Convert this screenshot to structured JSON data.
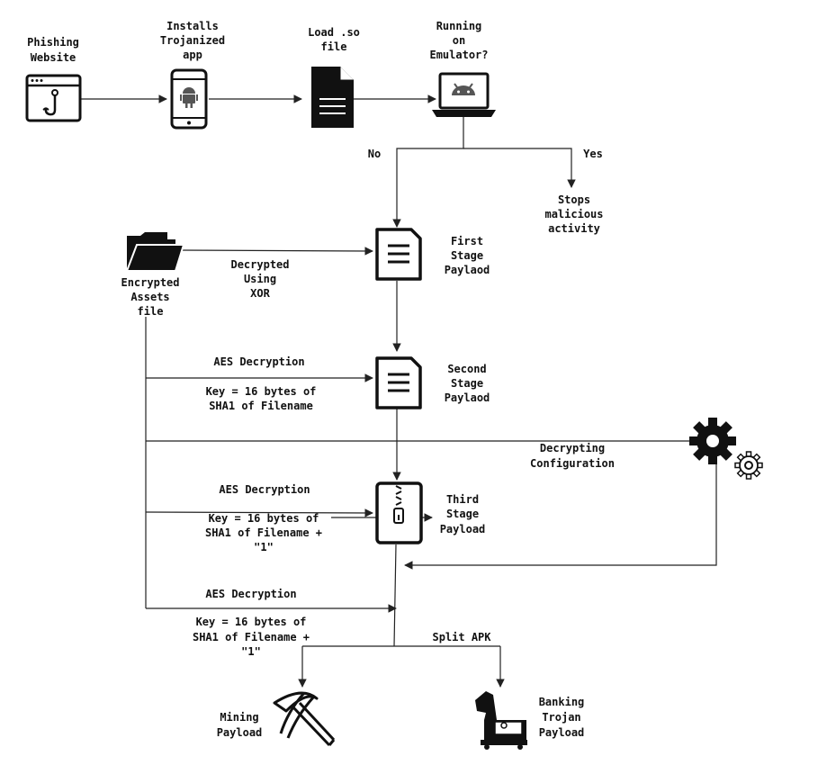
{
  "nodes": {
    "phishing": [
      "Phishing",
      "Website"
    ],
    "installs": [
      "Installs",
      "Trojanized",
      "app"
    ],
    "load_so": [
      "Load .so",
      "file"
    ],
    "emulator": [
      "Running",
      "on",
      "Emulator?"
    ],
    "stops": [
      "Stops",
      "malicious",
      "activity"
    ],
    "assets": [
      "Encrypted",
      "Assets",
      "file"
    ],
    "first_stage": [
      "First",
      "Stage",
      "Paylaod"
    ],
    "second_stage": [
      "Second",
      "Stage",
      "Paylaod"
    ],
    "config": [
      "Decrypting",
      "Configuration"
    ],
    "third_stage": [
      "Third",
      "Stage",
      "Payload"
    ],
    "mining": [
      "Mining",
      "Payload"
    ],
    "banking": [
      "Banking",
      "Trojan",
      "Payload"
    ]
  },
  "edges": {
    "no": "No",
    "yes": "Yes",
    "xor": [
      "Decrypted",
      "Using",
      "XOR"
    ],
    "aes1": "AES Decryption",
    "key1": [
      "Key = 16 bytes of",
      "SHA1 of Filename"
    ],
    "aes2": "AES Decryption",
    "key2": [
      "Key = 16 bytes of",
      "SHA1 of Filename +",
      "\"1\""
    ],
    "aes3": "AES Decryption",
    "key3": [
      "Key = 16 bytes of",
      "SHA1 of Filename +",
      "\"1\""
    ],
    "split": "Split APK"
  },
  "icons": {
    "phishing": "phishing-website-icon",
    "installs": "android-phone-icon",
    "load_so": "file-icon",
    "emulator": "android-laptop-icon",
    "assets": "folder-icon",
    "first_stage": "document-icon",
    "second_stage": "document-icon",
    "third_stage": "zip-archive-icon",
    "config": "gears-icon",
    "mining": "pickaxe-icon",
    "banking": "trojan-horse-icon"
  }
}
